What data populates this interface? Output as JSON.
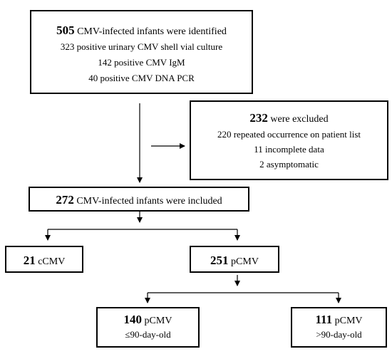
{
  "identified": {
    "count": "505",
    "label": "CMV-infected infants were identified",
    "lines": [
      "323 positive urinary CMV shell vial culture",
      "142 positive CMV IgM",
      "40 positive CMV DNA PCR"
    ]
  },
  "excluded": {
    "count": "232",
    "label": "were excluded",
    "lines": [
      "220 repeated occurrence on patient list",
      "11 incomplete data",
      "2 asymptomatic"
    ]
  },
  "included": {
    "count": "272",
    "label": "CMV-infected infants were included"
  },
  "ccmv": {
    "count": "21",
    "label": "cCMV"
  },
  "pcmv": {
    "count": "251",
    "label": "pCMV"
  },
  "pcmv_young": {
    "count": "140",
    "label": "pCMV",
    "sublabel": "≤90-day-old"
  },
  "pcmv_old": {
    "count": "111",
    "label": "pCMV",
    "sublabel": ">90-day-old"
  }
}
